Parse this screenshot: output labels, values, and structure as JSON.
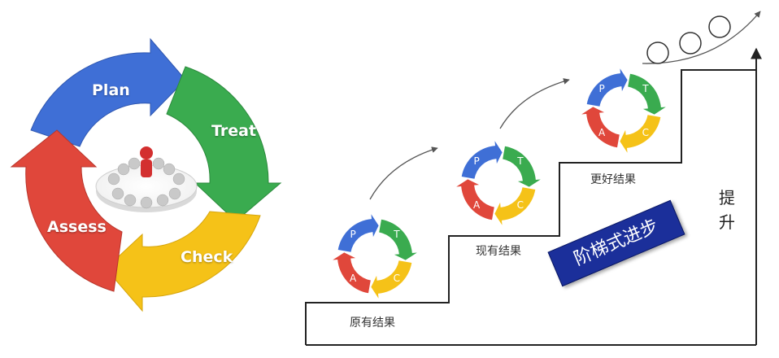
{
  "big_cycle": {
    "plan": "Plan",
    "treat": "Treat",
    "check": "Check",
    "assess": "Assess"
  },
  "small_cycle_letters": {
    "p": "P",
    "t": "T",
    "c": "C",
    "a": "A"
  },
  "steps": [
    {
      "label": "原有结果"
    },
    {
      "label": "现有结果"
    },
    {
      "label": "更好结果"
    }
  ],
  "banner": "阶梯式进步",
  "axis_label": "提\n升",
  "colors": {
    "blue": "#3f6fd6",
    "green": "#3aab4f",
    "yellow": "#f5c218",
    "red": "#e0473b",
    "banner": "#1b2f9a"
  }
}
